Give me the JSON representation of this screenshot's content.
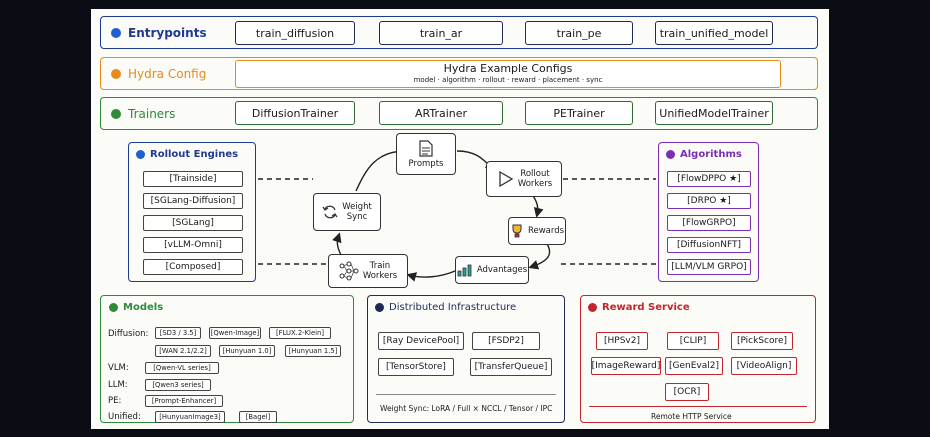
{
  "entrypoints": {
    "title": "Entrypoints",
    "color": "#1f3a93",
    "items": [
      "train_diffusion",
      "train_ar",
      "train_pe",
      "train_unified_model"
    ]
  },
  "hydra": {
    "title": "Hydra Config",
    "color": "#e8891c",
    "box_title": "Hydra Example Configs",
    "box_sub": "model · algorithm · rollout · reward · placement · sync"
  },
  "trainers": {
    "title": "Trainers",
    "color": "#2e8b3a",
    "items": [
      "DiffusionTrainer",
      "ARTrainer",
      "PETrainer",
      "UnifiedModelTrainer"
    ]
  },
  "rollout_engines": {
    "title": "Rollout Engines",
    "color": "#1f3a93",
    "items": [
      "[Trainside]",
      "[SGLang-Diffusion]",
      "[SGLang]",
      "[vLLM-Omni]",
      "[Composed]"
    ]
  },
  "algorithms": {
    "title": "Algorithms",
    "color": "#7b2fb0",
    "items": [
      "[FlowDPPO ★]",
      "[DRPO ★]",
      "[FlowGRPO]",
      "[DiffusionNFT]",
      "[LLM/VLM GRPO]"
    ]
  },
  "cycle": {
    "prompts": "Prompts",
    "rollout_workers": [
      "Rollout",
      "Workers"
    ],
    "rewards": "Rewards",
    "advantages": "Advantages",
    "train_workers": [
      "Train",
      "Workers"
    ],
    "weight_sync": [
      "Weight",
      "Sync"
    ]
  },
  "models": {
    "title": "Models",
    "color": "#2e8b3a",
    "diffusion_label": "Diffusion:",
    "diffusion_row1": [
      "[SD3 / 3.5]",
      "[Qwen-Image]",
      "[FLUX.2-Klein]"
    ],
    "diffusion_row2": [
      "[WAN 2.1/2.2]",
      "[Hunyuan 1.0]",
      "[Hunyuan 1.5]"
    ],
    "vlm_label": "VLM:",
    "vlm": "[Qwen-VL series]",
    "llm_label": "LLM:",
    "llm": "[Qwen3 series]",
    "pe_label": "PE:",
    "pe": "[Prompt-Enhancer]",
    "unified_label": "Unified:",
    "unified": [
      "[HunyuanImage3]",
      "[Bagel]"
    ]
  },
  "distributed": {
    "title": "Distributed Infrastructure",
    "color": "#1f2a55",
    "items": [
      "[Ray DevicePool]",
      "[FSDP2]",
      "[TensorStore]",
      "[TransferQueue]"
    ],
    "footer": "Weight Sync: LoRA / Full × NCCL / Tensor / IPC"
  },
  "reward_service": {
    "title": "Reward Service",
    "color": "#c0262c",
    "items": [
      "[HPSv2]",
      "[CLIP]",
      "[PickScore]",
      "[ImageReward]",
      "[GenEval2]",
      "[VideoAlign]",
      "[OCR]"
    ],
    "footer": "Remote HTTP Service"
  }
}
